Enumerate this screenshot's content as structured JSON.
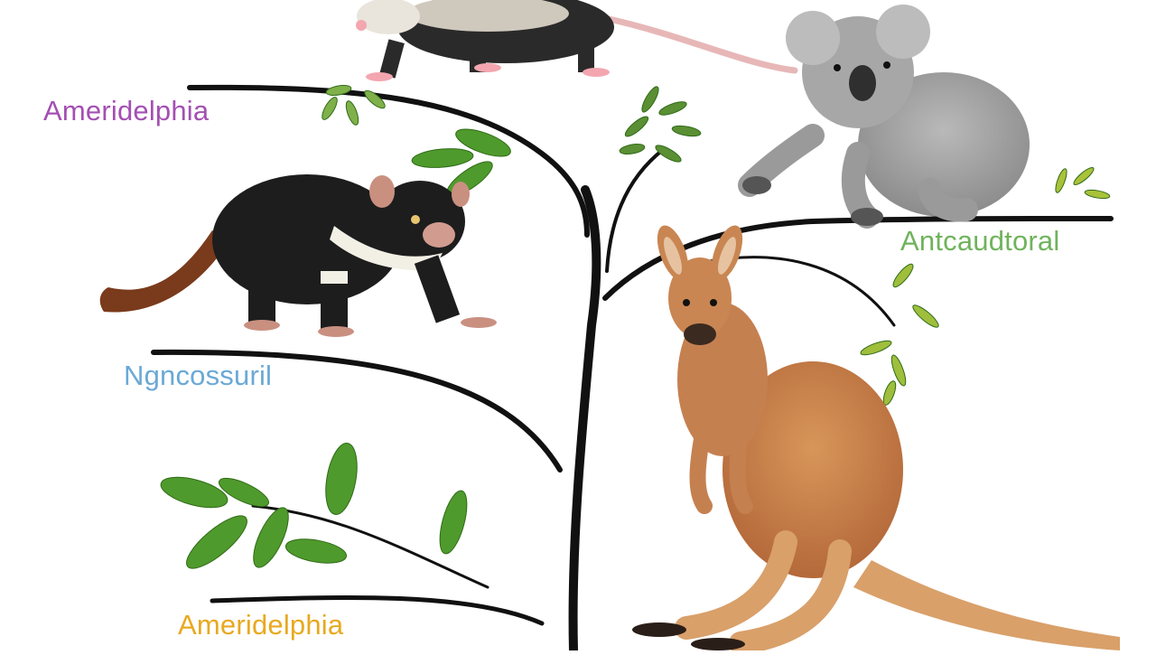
{
  "labels": {
    "ameridelphia_top": "Ameridelphia",
    "ngncosseuril": "Ngncossuril",
    "ameridelphia_bottom": "Ameridelphia",
    "antcaudotoral": "Antcaudtoral"
  },
  "colors": {
    "ameridelphia_top": "#a44fb3",
    "ngncosseuril": "#6aa9d6",
    "ameridelphia_bottom": "#e8a91f",
    "antcaudotoral": "#6fb35c",
    "branch": "#111111",
    "leaf": "#4f9a2c"
  },
  "illustrations": [
    "opossum",
    "tasmanian-devil",
    "koala",
    "kangaroo"
  ]
}
